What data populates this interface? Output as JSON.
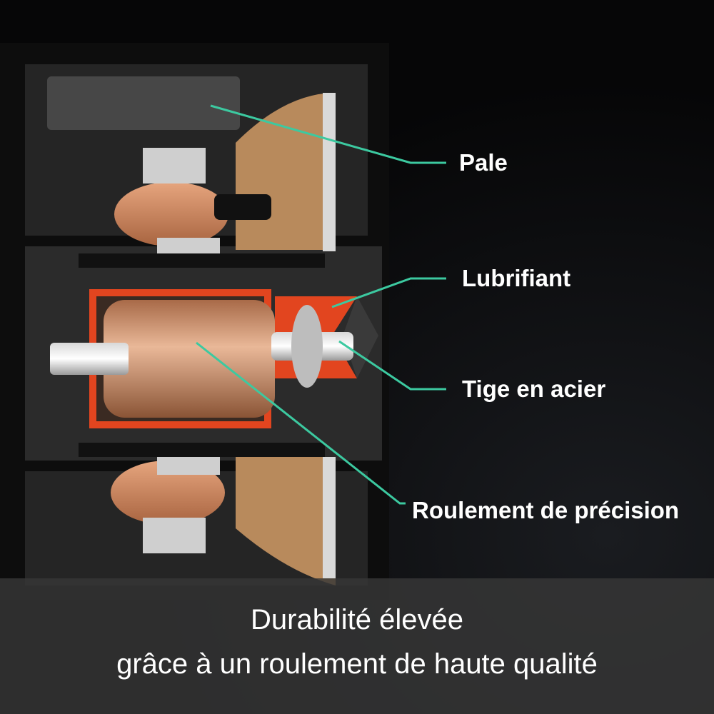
{
  "labels": {
    "pale": "Pale",
    "lubrifiant": "Lubrifiant",
    "tige": "Tige en acier",
    "roulement": "Roulement de précision"
  },
  "caption": {
    "line1": "Durabilité élevée",
    "line2": "grâce à un roulement de haute qualité"
  },
  "colors": {
    "leader": "#3cc9a0",
    "lubricant": "#e2451f",
    "copper": "#c88a64"
  }
}
